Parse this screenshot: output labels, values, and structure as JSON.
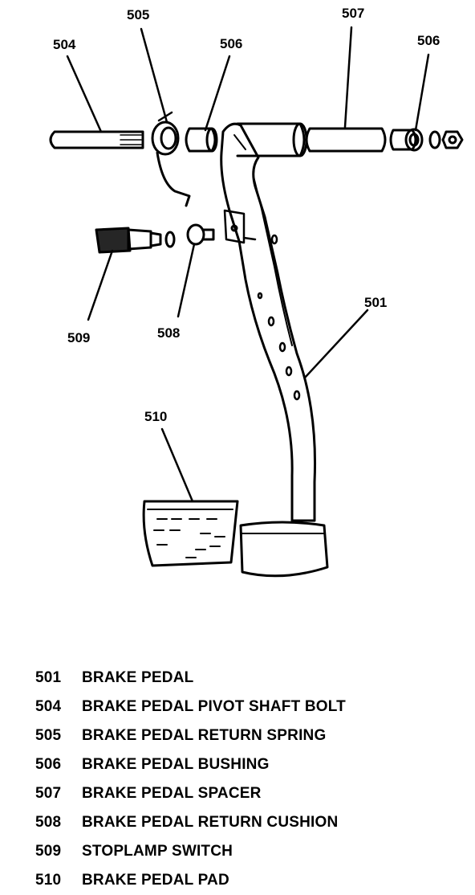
{
  "callouts": {
    "c501": "501",
    "c504": "504",
    "c505": "505",
    "c506a": "506",
    "c506b": "506",
    "c507": "507",
    "c508": "508",
    "c509": "509",
    "c510": "510"
  },
  "legend": [
    {
      "num": "501",
      "desc": "BRAKE PEDAL"
    },
    {
      "num": "504",
      "desc": "BRAKE PEDAL PIVOT SHAFT BOLT"
    },
    {
      "num": "505",
      "desc": "BRAKE PEDAL RETURN SPRING"
    },
    {
      "num": "506",
      "desc": "BRAKE PEDAL BUSHING"
    },
    {
      "num": "507",
      "desc": "BRAKE PEDAL SPACER"
    },
    {
      "num": "508",
      "desc": "BRAKE PEDAL RETURN CUSHION"
    },
    {
      "num": "509",
      "desc": "STOPLAMP SWITCH"
    },
    {
      "num": "510",
      "desc": "BRAKE PEDAL PAD"
    }
  ]
}
